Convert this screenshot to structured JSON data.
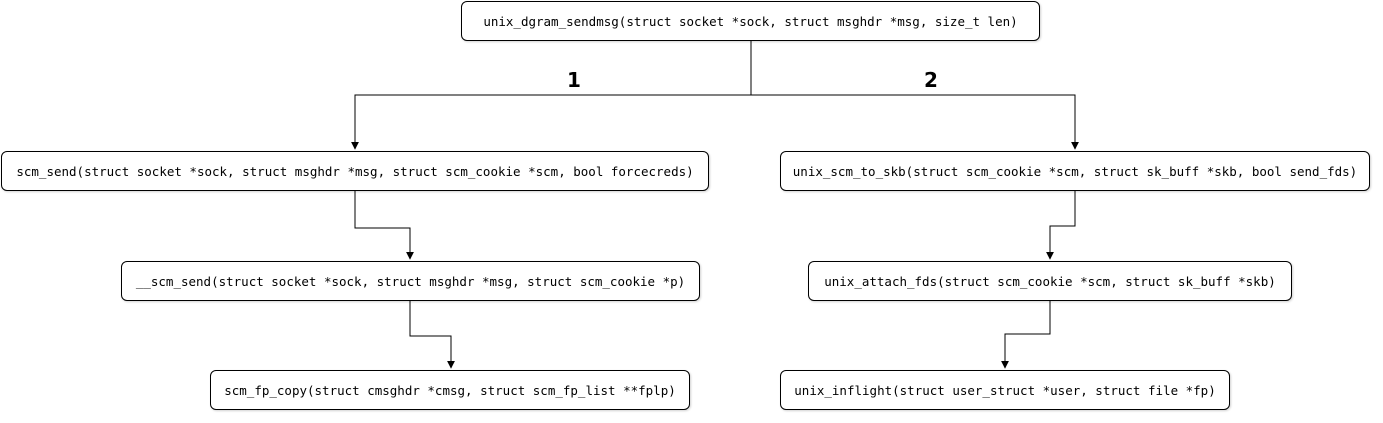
{
  "diagram": {
    "nodes": {
      "root": "unix_dgram_sendmsg(struct socket *sock, struct msghdr *msg, size_t len)",
      "scm_send": "scm_send(struct socket *sock, struct msghdr *msg, struct scm_cookie *scm, bool forcecreds)",
      "__scm_send": "__scm_send(struct socket *sock, struct msghdr *msg, struct scm_cookie *p)",
      "scm_fp_copy": "scm_fp_copy(struct cmsghdr *cmsg, struct scm_fp_list **fplp)",
      "unix_scm_to_skb": "unix_scm_to_skb(struct scm_cookie *scm, struct sk_buff *skb, bool send_fds)",
      "unix_attach_fds": "unix_attach_fds(struct scm_cookie *scm, struct sk_buff *skb)",
      "unix_inflight": "unix_inflight(struct user_struct *user, struct file *fp)"
    },
    "branch_labels": {
      "first": "1",
      "second": "2"
    },
    "edges": [
      {
        "from": "root",
        "to": "scm_send",
        "label": "1"
      },
      {
        "from": "root",
        "to": "unix_scm_to_skb",
        "label": "2"
      },
      {
        "from": "scm_send",
        "to": "__scm_send"
      },
      {
        "from": "__scm_send",
        "to": "scm_fp_copy"
      },
      {
        "from": "unix_scm_to_skb",
        "to": "unix_attach_fds"
      },
      {
        "from": "unix_attach_fds",
        "to": "unix_inflight"
      }
    ],
    "colors": {
      "stroke": "#000000",
      "fill": "#ffffff",
      "text": "#000000"
    }
  }
}
